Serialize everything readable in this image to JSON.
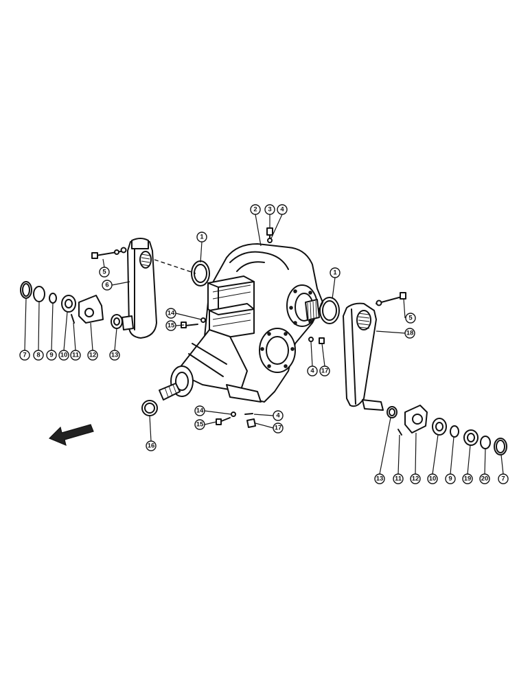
{
  "callouts": [
    {
      "id": "c1a",
      "label": "1"
    },
    {
      "id": "c1b",
      "label": "1"
    },
    {
      "id": "c2",
      "label": "2"
    },
    {
      "id": "c3",
      "label": "3"
    },
    {
      "id": "c4a",
      "label": "4"
    },
    {
      "id": "c4b",
      "label": "4"
    },
    {
      "id": "c4c",
      "label": "4"
    },
    {
      "id": "c5a",
      "label": "5"
    },
    {
      "id": "c5b",
      "label": "5"
    },
    {
      "id": "c6",
      "label": "6"
    },
    {
      "id": "c7a",
      "label": "7"
    },
    {
      "id": "c8",
      "label": "8"
    },
    {
      "id": "c9a",
      "label": "9"
    },
    {
      "id": "c10a",
      "label": "10"
    },
    {
      "id": "c11a",
      "label": "11"
    },
    {
      "id": "c12a",
      "label": "12"
    },
    {
      "id": "c13a",
      "label": "13"
    },
    {
      "id": "c14a",
      "label": "14"
    },
    {
      "id": "c15a",
      "label": "15"
    },
    {
      "id": "c17a",
      "label": "17"
    },
    {
      "id": "c14b",
      "label": "14"
    },
    {
      "id": "c15b",
      "label": "15"
    },
    {
      "id": "c17b",
      "label": "17"
    },
    {
      "id": "c16",
      "label": "16"
    },
    {
      "id": "c18",
      "label": "18"
    },
    {
      "id": "c13b",
      "label": "13"
    },
    {
      "id": "c11b",
      "label": "11"
    },
    {
      "id": "c12b",
      "label": "12"
    },
    {
      "id": "c10b",
      "label": "10"
    },
    {
      "id": "c9b",
      "label": "9"
    },
    {
      "id": "c19",
      "label": "19"
    },
    {
      "id": "c20",
      "label": "20"
    },
    {
      "id": "c7b",
      "label": "7"
    }
  ]
}
